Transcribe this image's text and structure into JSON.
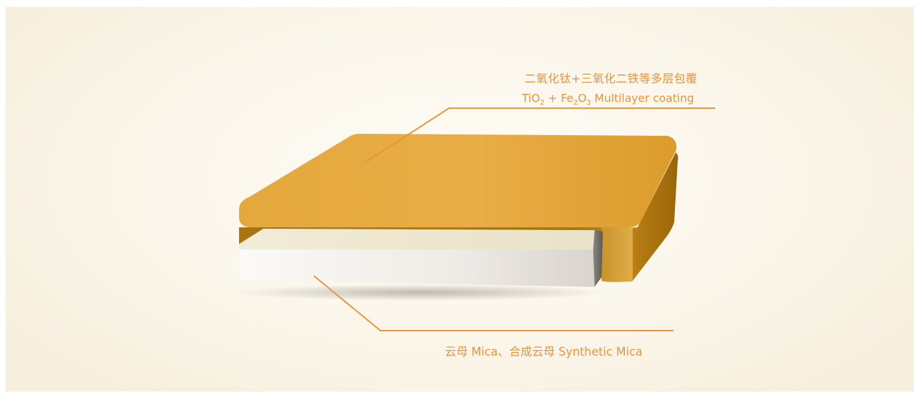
{
  "diagram": {
    "coating_label_cn": "二氧化钛+三氧化二铁等多层包覆",
    "coating_label_en": {
      "tio_prefix": "TiO",
      "tio_sub": "2",
      "plus_fe": " + Fe",
      "fe_sub": "2",
      "o": "O",
      "o_sub": "3",
      "suffix": " Multilayer coating"
    },
    "substrate_label": "云母 Mica、合成云母  Synthetic Mica",
    "colors": {
      "coating_top": "#e6a83a",
      "coating_side": "#b57a10",
      "substrate": "#f1ede6",
      "leader_line": "#e8953a",
      "label_text": "#e8953a",
      "background": "#fbf6ea"
    }
  }
}
